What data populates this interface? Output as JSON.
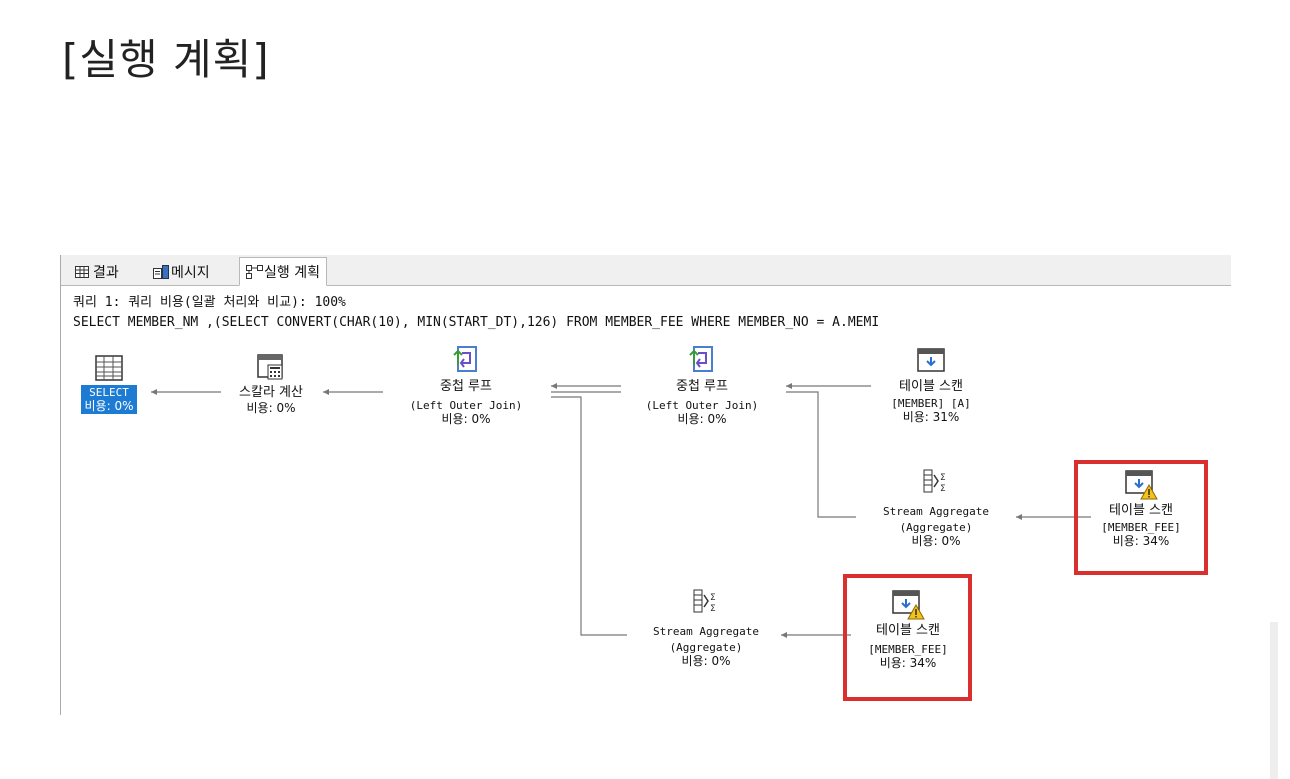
{
  "page": {
    "title": "[실행 계획]"
  },
  "tabs": [
    {
      "label": "결과",
      "icon": "grid-icon",
      "active": false
    },
    {
      "label": "메시지",
      "icon": "message-icon",
      "active": false
    },
    {
      "label": "실행 계획",
      "icon": "execution-plan-icon",
      "active": true
    }
  ],
  "query": {
    "header": "쿼리 1: 쿼리 비용(일괄 처리와 비교): 100%",
    "sql": "SELECT MEMBER_NM ,(SELECT CONVERT(CHAR(10), MIN(START_DT),126) FROM MEMBER_FEE WHERE MEMBER_NO = A.MEMI"
  },
  "nodes": {
    "select": {
      "label": "SELECT",
      "cost": "비용: 0%",
      "icon": "result-grid-icon"
    },
    "compute_scalar": {
      "name": "스칼라 계산",
      "cost": "비용: 0%",
      "icon": "compute-scalar-icon"
    },
    "nested_loops_1": {
      "name": "중첩 루프",
      "detail": "(Left Outer Join)",
      "cost": "비용: 0%",
      "icon": "nested-loops-icon"
    },
    "nested_loops_2": {
      "name": "중첩 루프",
      "detail": "(Left Outer Join)",
      "cost": "비용: 0%",
      "icon": "nested-loops-icon"
    },
    "table_scan_member": {
      "name": "테이블 스캔",
      "detail": "[MEMBER] [A]",
      "cost": "비용: 31%",
      "icon": "table-scan-icon"
    },
    "stream_agg_1": {
      "name": "Stream Aggregate",
      "detail": "(Aggregate)",
      "cost": "비용: 0%",
      "icon": "stream-aggregate-icon"
    },
    "table_scan_fee_1": {
      "name": "테이블 스캔",
      "detail": "[MEMBER_FEE]",
      "cost": "비용: 34%",
      "icon": "table-scan-warning-icon"
    },
    "stream_agg_2": {
      "name": "Stream Aggregate",
      "detail": "(Aggregate)",
      "cost": "비용: 0%",
      "icon": "stream-aggregate-icon"
    },
    "table_scan_fee_2": {
      "name": "테이블 스캔",
      "detail": "[MEMBER_FEE]",
      "cost": "비용: 34%",
      "icon": "table-scan-warning-icon"
    }
  },
  "colors": {
    "highlight": "#d9302f",
    "selected": "#1e7bd4"
  }
}
